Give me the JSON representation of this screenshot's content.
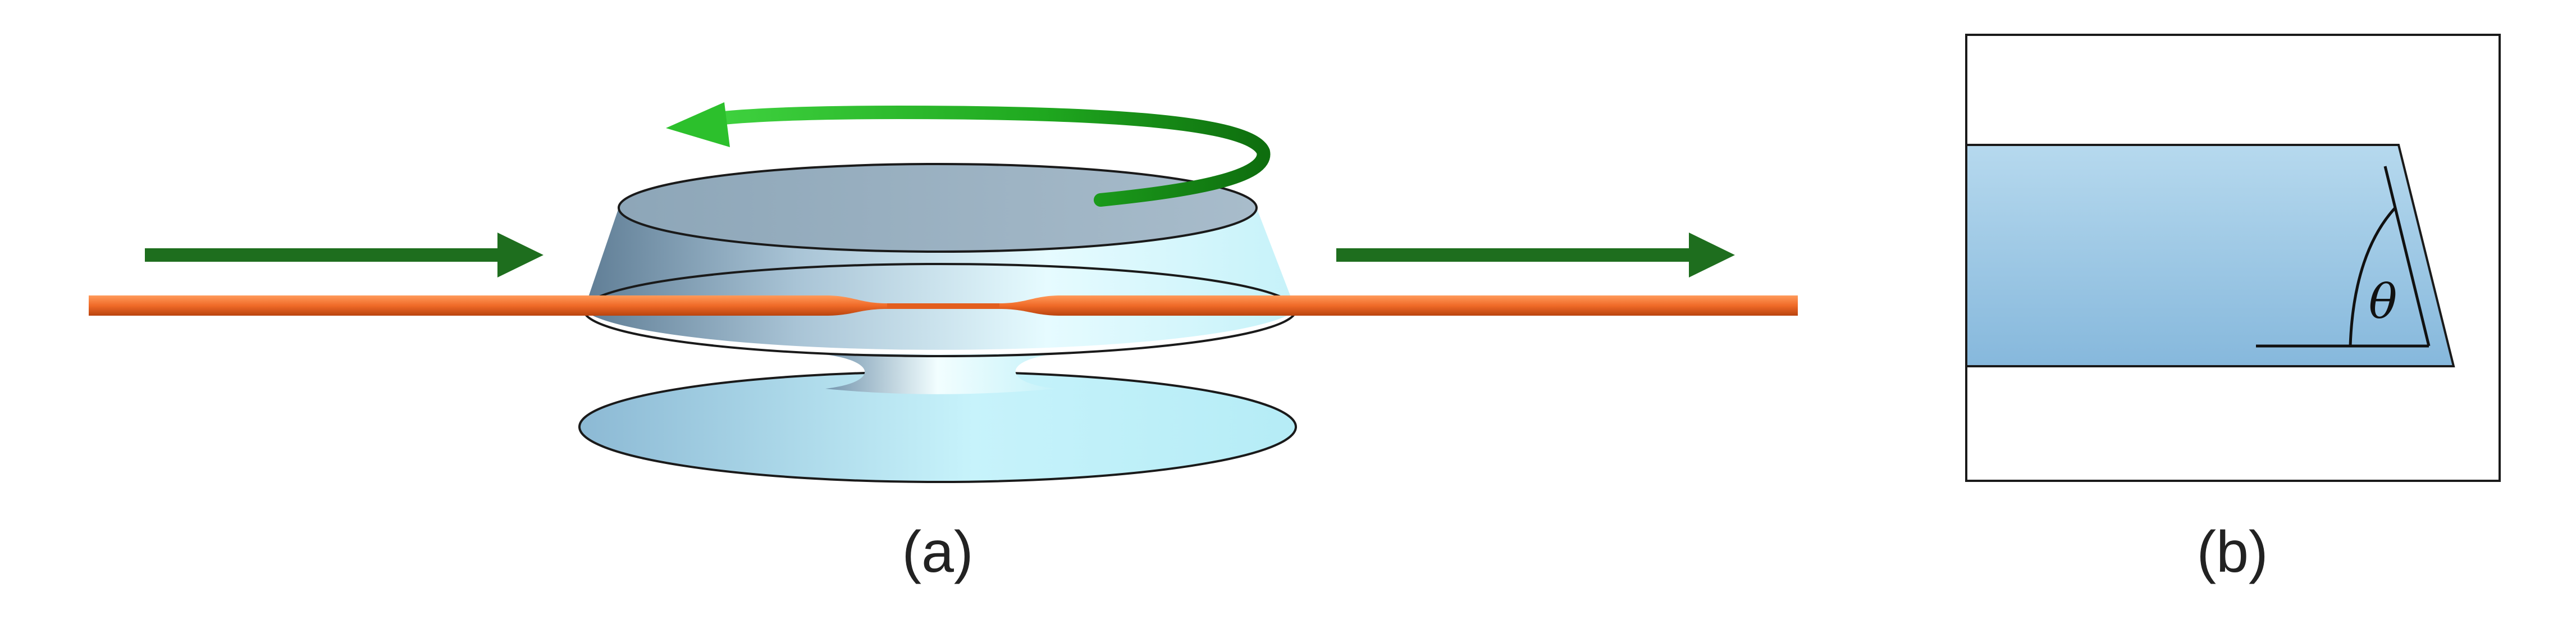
{
  "panels": {
    "a": {
      "caption": "(a)"
    },
    "b": {
      "caption": "(b)",
      "angle_symbol": "θ"
    }
  },
  "colors": {
    "fiber": "#f06a28",
    "flow_arrow": "#1e6e1e",
    "rotation_arrow": "#22b822",
    "disk_light": "#c8f4fa",
    "disk_dark": "#7f9fb4",
    "wedge_fill": "#9ccbe6",
    "outline": "#1a1a1a"
  },
  "icons": {
    "input_arrow": "arrow-right-icon",
    "output_arrow": "arrow-right-icon",
    "rotation_arrow": "rotation-arrow-icon"
  }
}
